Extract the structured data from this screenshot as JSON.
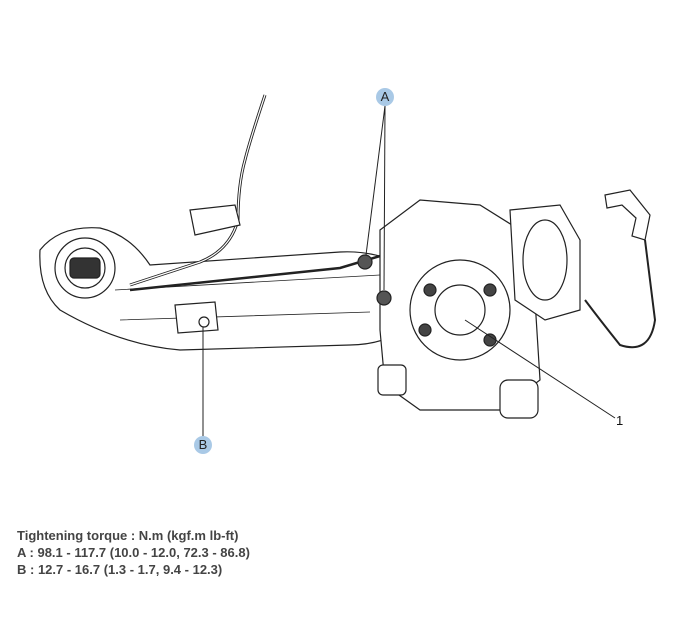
{
  "callouts": {
    "a": "A",
    "b": "B",
    "part_1": "1"
  },
  "spec": {
    "title": "Tightening torque : N.m (kgf.m lb-ft)",
    "line_a": "A : 98.1 - 117.7 (10.0 - 12.0, 72.3 - 86.8)",
    "line_b": "B : 12.7 - 16.7 (1.3 - 1.7, 9.4 - 12.3)"
  },
  "colors": {
    "callout_fill": "#a9c9e6",
    "line": "#222222"
  }
}
